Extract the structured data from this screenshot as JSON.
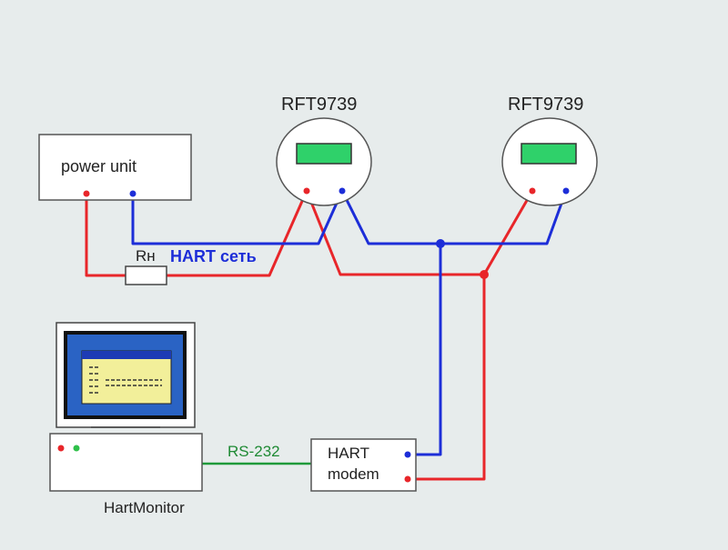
{
  "devices": {
    "device_1": {
      "label": "RFT9739"
    },
    "device_2": {
      "label": "RFT9739"
    }
  },
  "power_unit": {
    "label": "power unit"
  },
  "resistor": {
    "label": "Rн"
  },
  "network": {
    "label": "HART сеть"
  },
  "modem": {
    "line1": "HART",
    "line2": "modem"
  },
  "link": {
    "label": "RS-232"
  },
  "computer": {
    "label": "HartMonitor"
  },
  "colors": {
    "background": "#e7ecec",
    "positive_wire": "#e8262a",
    "negative_wire": "#1d2ed8",
    "rs232_wire": "#1f9a3a",
    "display_fill": "#2fd16a",
    "screen_frame": "#2a63c4",
    "window_fill": "#f2ef9a"
  }
}
